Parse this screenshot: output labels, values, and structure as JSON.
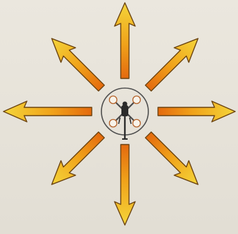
{
  "diagram": {
    "kind": "eight-direction movement diagram",
    "center_icon": "quadcopter-drone-icon",
    "directions": [
      "north",
      "north-east",
      "east",
      "south-east",
      "south",
      "south-west",
      "west",
      "north-west"
    ],
    "colors": {
      "background": "#ebe7de",
      "paper_bottom": "#e2ded4",
      "arrow_light": "#f4d53a",
      "arrow_mid": "#f0a21a",
      "arrow_dark": "#e46a0e",
      "arrow_outline": "#6b4310",
      "drone_frame": "#4a4a4a",
      "drone_body": "#2b2b2b",
      "ring": "#4e4e4e",
      "rotor_fill": "#f7f3ea",
      "rotor_outline": "#b5622a"
    }
  }
}
